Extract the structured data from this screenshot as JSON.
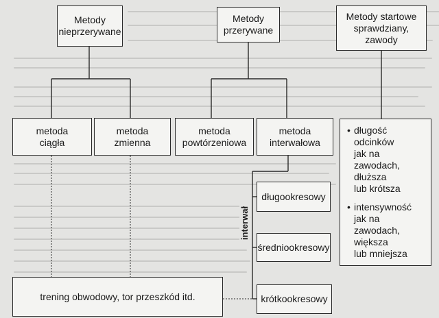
{
  "nodes": {
    "ciagle": "Metody\nnieprzerywane",
    "przerywane": "Metody\nprzerywane",
    "startowe": "Metody startowe\nsprawdziany,\nzawody",
    "ciagla": "metoda\nciągła",
    "zmienna": "metoda\nzmienna",
    "powtorzeniowa": "metoda\npowtórzeniowa",
    "interwalowa": "metoda\ninterwałowa",
    "dlugookresowy": "długookresowy",
    "sredniookresowy": "średniookresowy",
    "krotkookresowy": "krótkookresowy",
    "trening": "trening obwodowy, tor przeszkód itd."
  },
  "bullets": [
    "długość\nodcinków\njak na\nzawodach,\ndłuższa\nlub krótsza",
    "intensywność\njak na\nzawodach,\nwiększa\nlub mniejsza"
  ],
  "axis_label": "interwał",
  "colors": {
    "border": "#2a2a2a",
    "box_fill": "#f4f4f2",
    "background": "#e4e4e2"
  }
}
